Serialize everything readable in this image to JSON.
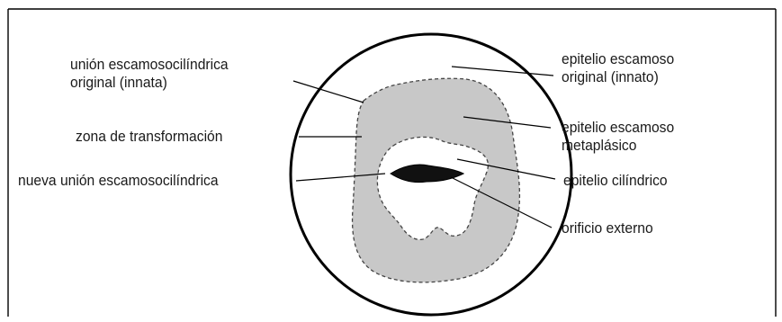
{
  "diagram": {
    "labels": {
      "original_scj": {
        "line1": "unión escamosocilíndrica",
        "line2": "original (innata)"
      },
      "transformation_zone": "zona de transformación",
      "new_scj": "nueva unión escamosocilíndrica",
      "original_squamous": {
        "line1": "epitelio escamoso",
        "line2": "original (innato)"
      },
      "metaplastic_squamous": {
        "line1": "epitelio escamoso",
        "line2": "metaplásico"
      },
      "columnar": "epitelio cilíndrico",
      "external_os": "orificio externo"
    },
    "colors": {
      "outline": "#000000",
      "transformation_fill": "#c8c8c8",
      "os_fill": "#111111",
      "background": "#ffffff"
    }
  }
}
